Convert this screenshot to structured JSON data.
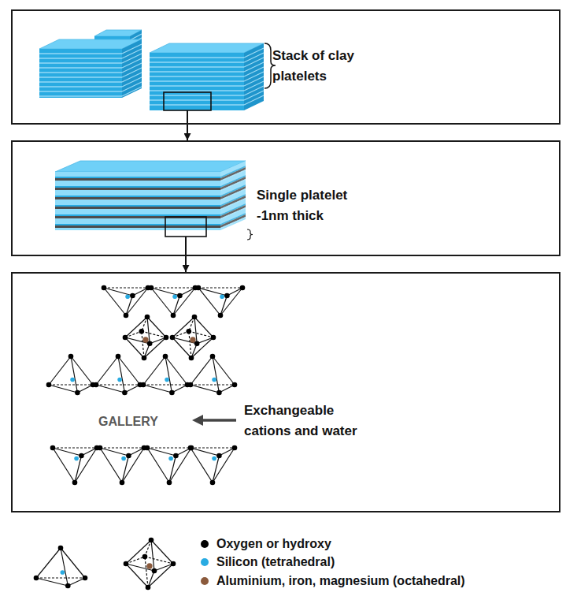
{
  "diagram": {
    "nodes": [
      {
        "text": [
          "Stack of clay platelets"
        ]
      },
      {
        "text": [
          "Single platelet -1nm thick"
        ]
      },
      {
        "text": [
          "GALLERY",
          "Exchangeable cations and water"
        ]
      }
    ],
    "edges": [
      {
        "from": 0,
        "to": 1,
        "arrow": "to"
      },
      {
        "from": 1,
        "to": 2,
        "arrow": "to"
      }
    ],
    "legend": [
      {
        "text": "Oxygen or hydroxy",
        "color": "#000000"
      },
      {
        "text": "Silicon (tetrahedral)",
        "color": "#29abe2"
      },
      {
        "text": "Aluminium, iron, magnesium (octahedral)",
        "color": "#8b5a3c"
      }
    ]
  }
}
